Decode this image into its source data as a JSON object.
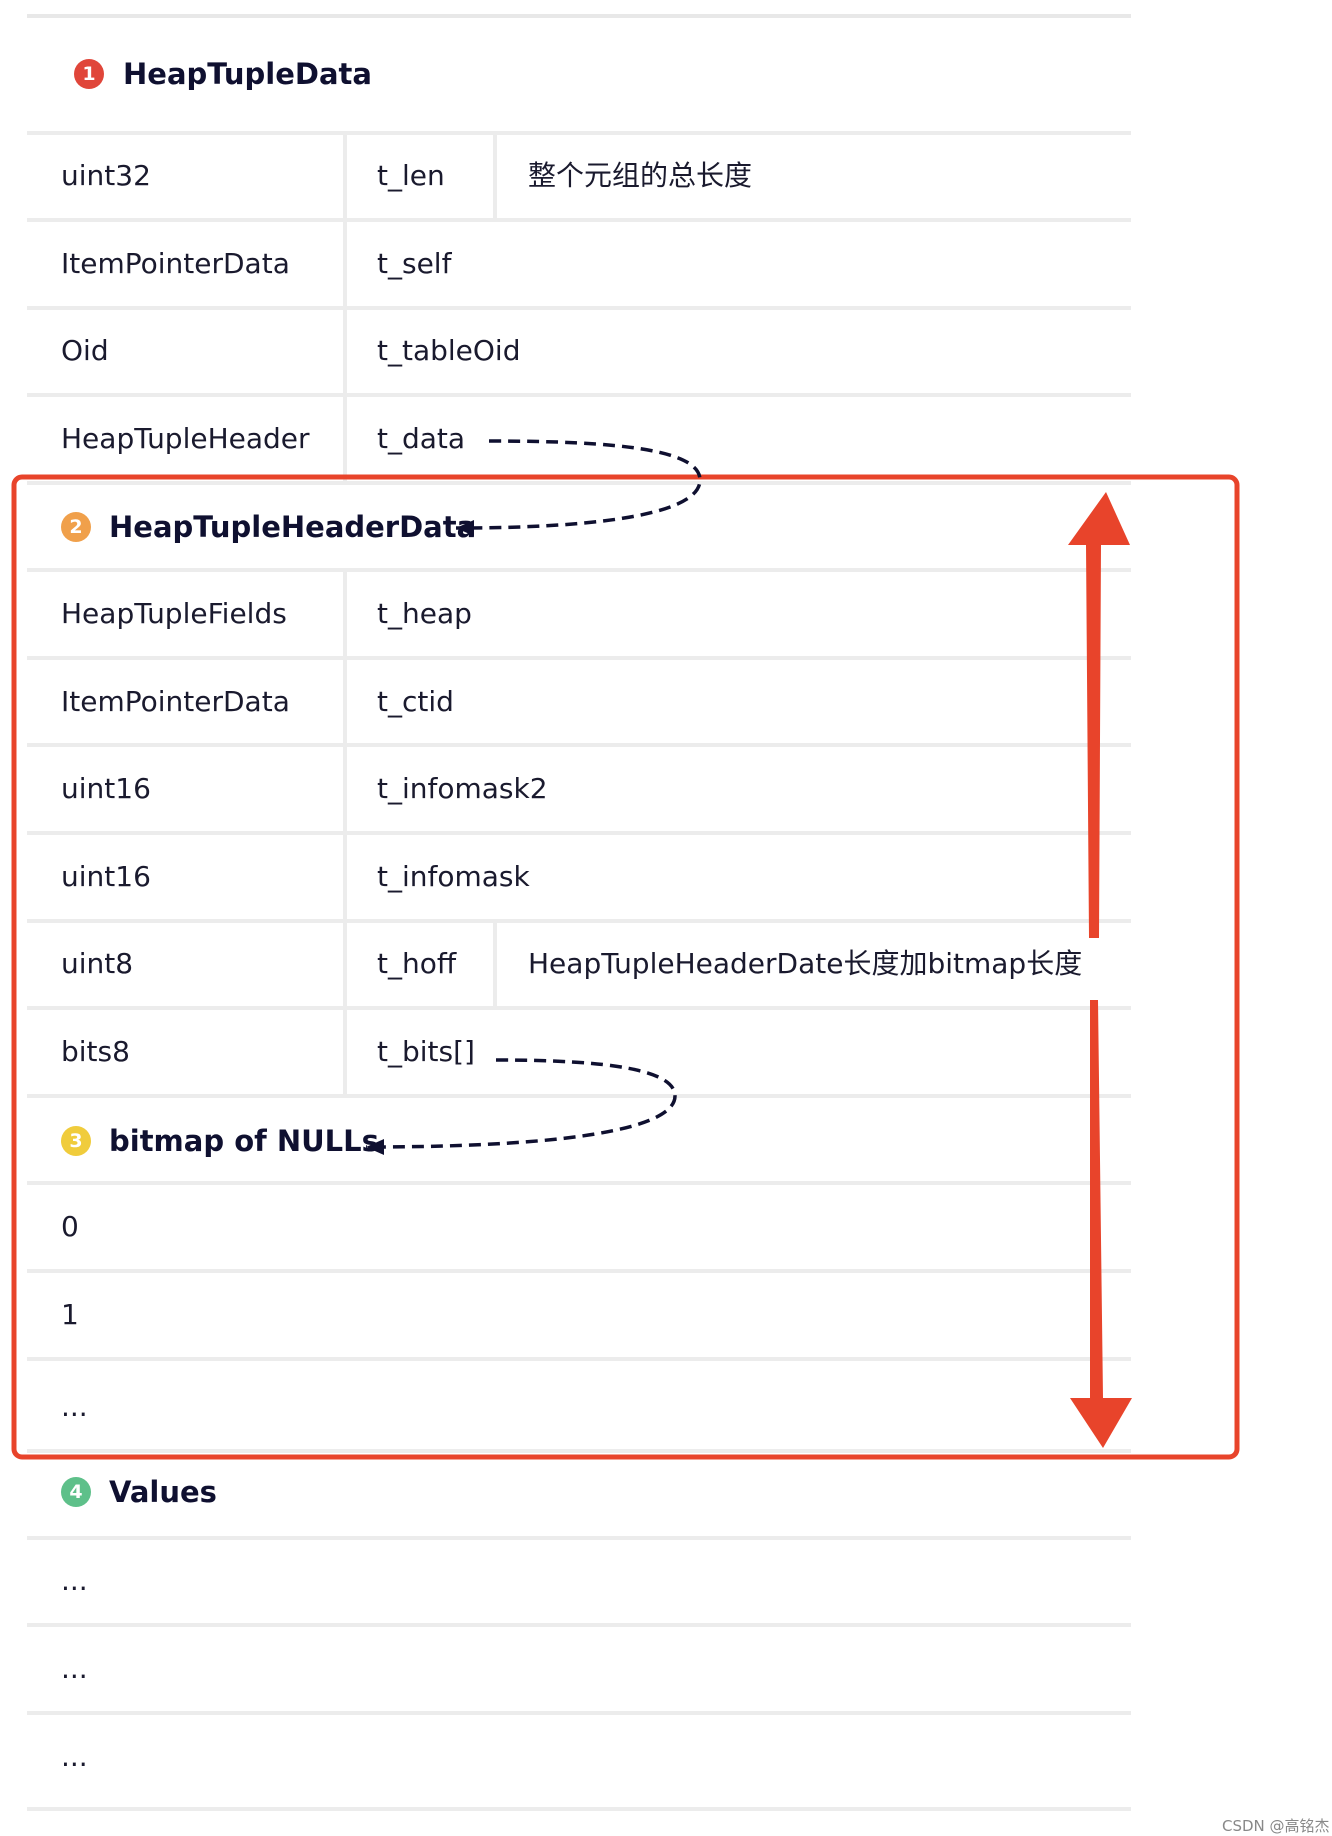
{
  "sections": [
    {
      "badge": "1",
      "title": "HeapTupleData",
      "color": "#e0463a"
    },
    {
      "badge": "2",
      "title": "HeapTupleHeaderData",
      "color": "#f0a04b"
    },
    {
      "badge": "3",
      "title": "bitmap of NULLs",
      "color": "#f0cc3c"
    },
    {
      "badge": "4",
      "title": "Values",
      "color": "#5ec08a"
    }
  ],
  "heap_tuple_data": [
    {
      "type": "uint32",
      "field": "t_len",
      "desc": "整个元组的总长度"
    },
    {
      "type": "ItemPointerData",
      "field": "t_self"
    },
    {
      "type": "Oid",
      "field": "t_tableOid"
    },
    {
      "type": "HeapTupleHeader",
      "field": "t_data"
    }
  ],
  "heap_tuple_header_data": [
    {
      "type": "HeapTupleFields",
      "field": "t_heap"
    },
    {
      "type": "ItemPointerData",
      "field": "t_ctid"
    },
    {
      "type": "uint16",
      "field": "t_infomask2"
    },
    {
      "type": "uint16",
      "field": "t_infomask"
    },
    {
      "type": "uint8",
      "field": "t_hoff",
      "desc": "HeapTupleHeaderDate长度加bitmap长度"
    },
    {
      "type": "bits8",
      "field": "t_bits[]"
    }
  ],
  "bitmap_rows": [
    "0",
    "1",
    "..."
  ],
  "values_rows": [
    "...",
    "...",
    "..."
  ],
  "colors": {
    "highlight": "#e8442b",
    "grid": "#ececec",
    "text": "#1a1a2e",
    "pointer_arrow": "#0f1030"
  },
  "watermark": "CSDN @高铭杰"
}
